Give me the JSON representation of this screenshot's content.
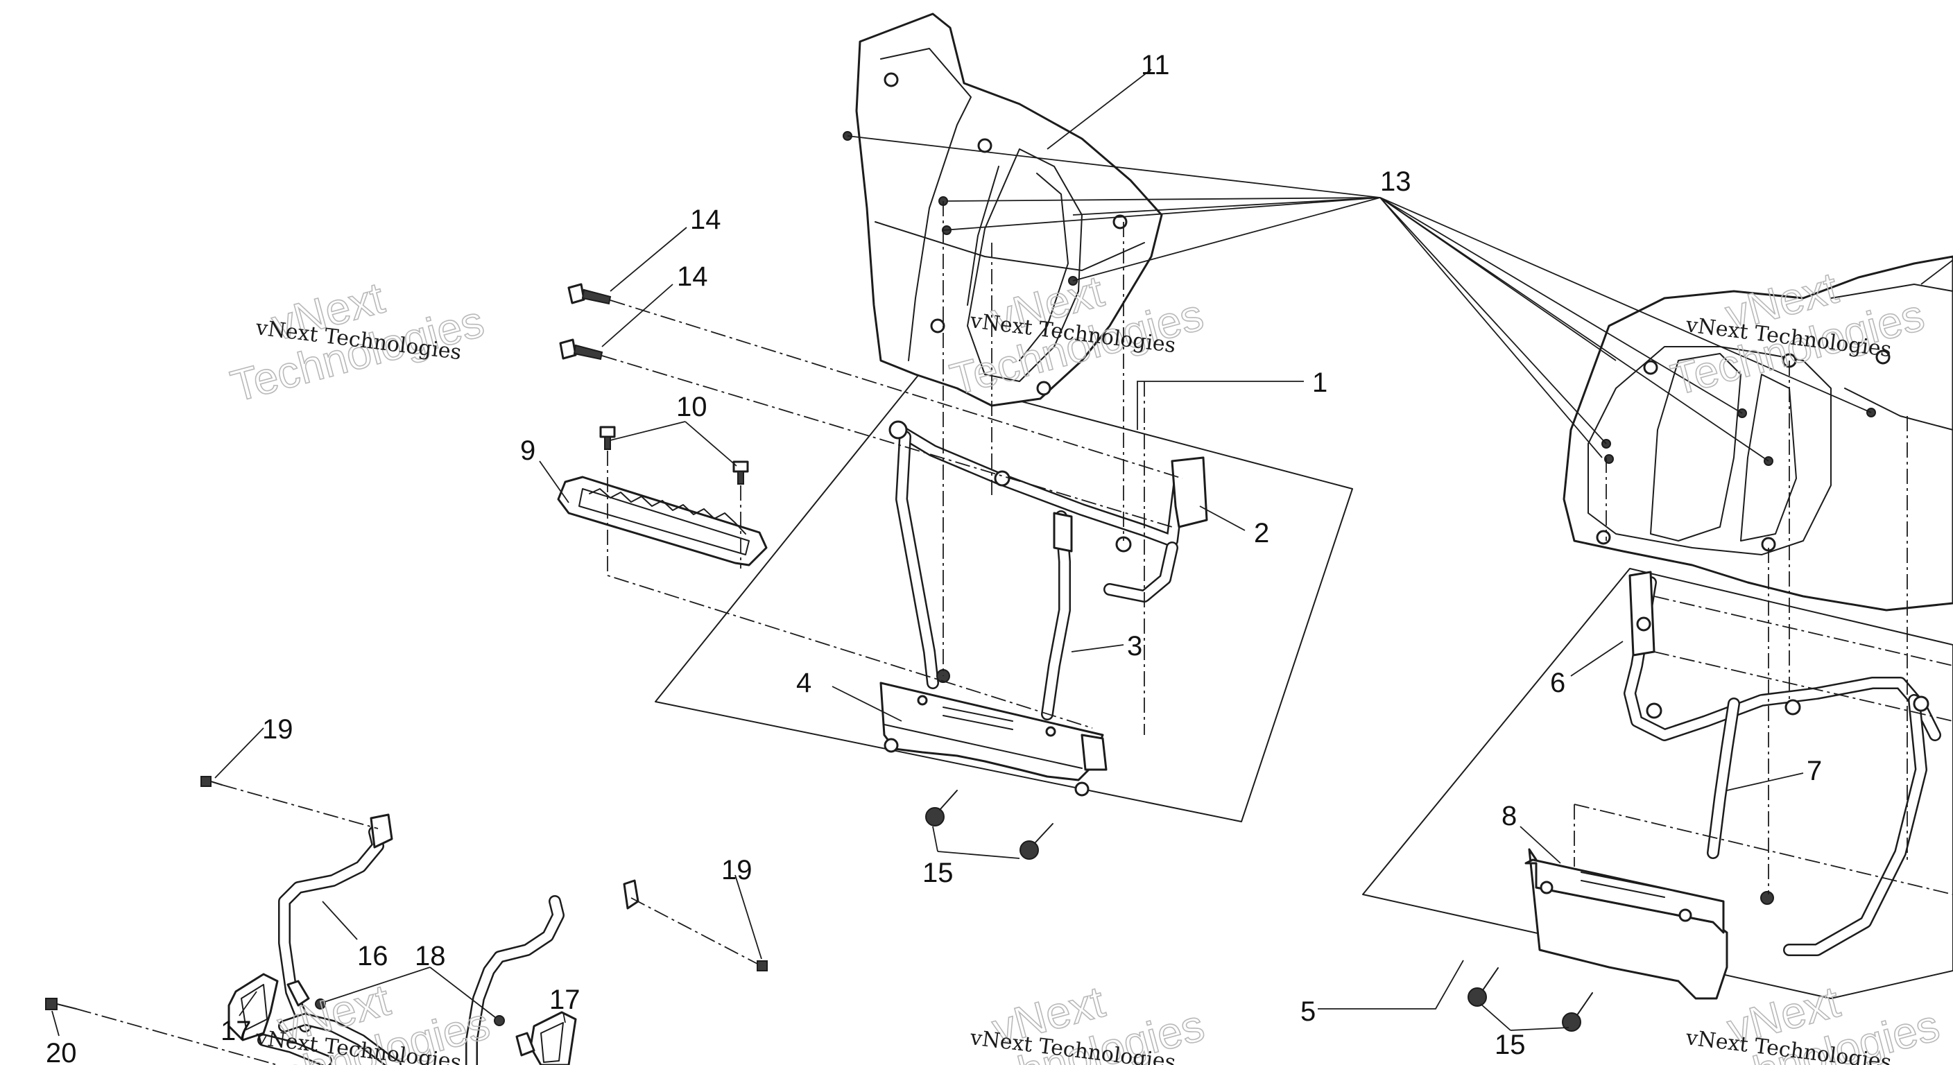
{
  "diagram": {
    "callouts": {
      "c1": "1",
      "c2": "2",
      "c3": "3",
      "c4": "4",
      "c5": "5",
      "c6": "6",
      "c7": "7",
      "c8": "8",
      "c9": "9",
      "c10": "10",
      "c11": "11",
      "c13": "13",
      "c14a": "14",
      "c14b": "14",
      "c15a": "15",
      "c15b": "15",
      "c16": "16",
      "c17a": "17",
      "c17b": "17",
      "c18": "18",
      "c19a": "19",
      "c19b": "19",
      "c20": "20"
    },
    "watermark": {
      "company": "vNext Technologies",
      "brand_top": "vNext",
      "brand_bottom": "Technologies"
    }
  }
}
